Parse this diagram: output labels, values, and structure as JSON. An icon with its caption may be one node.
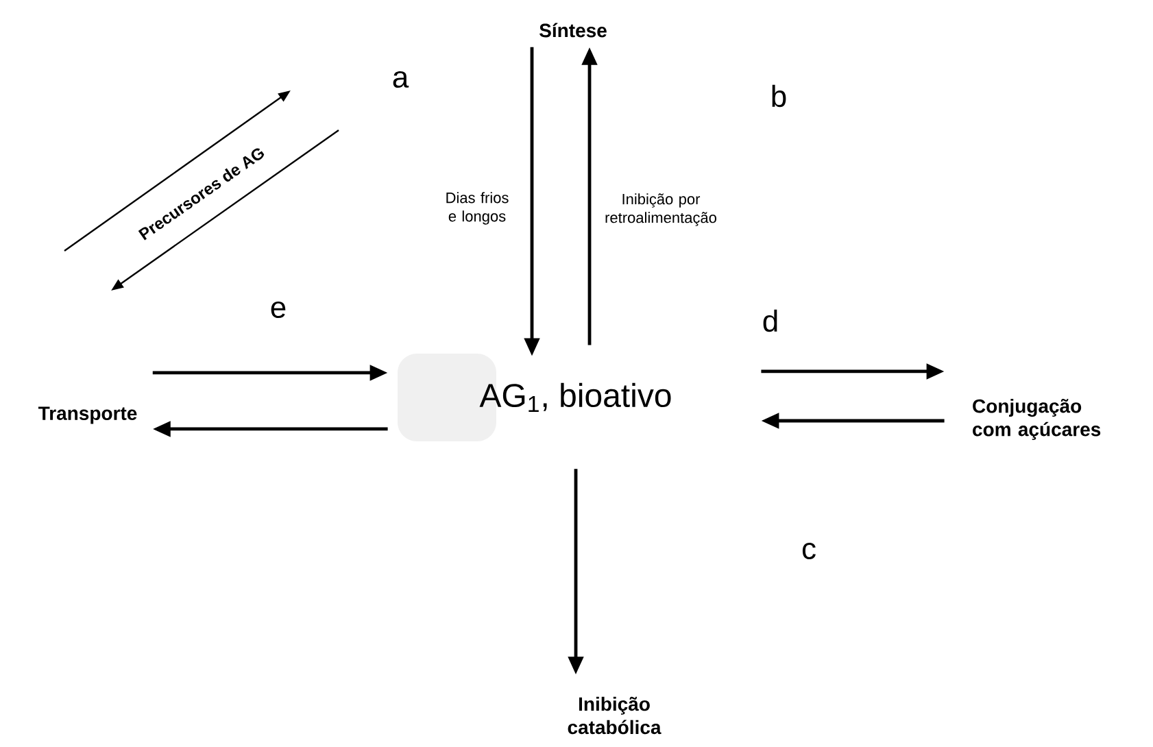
{
  "diagram": {
    "nodes": [
      {
        "text": [
          "Síntese"
        ]
      },
      {
        "text": [
          "AG$_{1}$, bioativo"
        ]
      },
      {
        "text": [
          "Transporte"
        ]
      },
      {
        "text": [
          "Conjugação com açúcares"
        ]
      },
      {
        "text": [
          "Inibição catabólica"
        ]
      }
    ],
    "edges": [
      {
        "from": 0,
        "to": 1,
        "arrow": "to",
        "label": "Dias frios e longos"
      },
      {
        "from": 1,
        "to": 0,
        "arrow": "to",
        "label": "Inibição por retroalimentação"
      },
      {
        "from": 2,
        "to": 1,
        "arrow": "to"
      },
      {
        "from": 1,
        "to": 2,
        "arrow": "to"
      },
      {
        "from": 1,
        "to": 3,
        "arrow": "to"
      },
      {
        "from": 3,
        "to": 1,
        "arrow": "to"
      },
      {
        "from": 1,
        "to": 4,
        "arrow": "to"
      }
    ],
    "labels": [
      "a",
      "b",
      "Precursores de AG",
      "e",
      "d",
      "c"
    ]
  }
}
